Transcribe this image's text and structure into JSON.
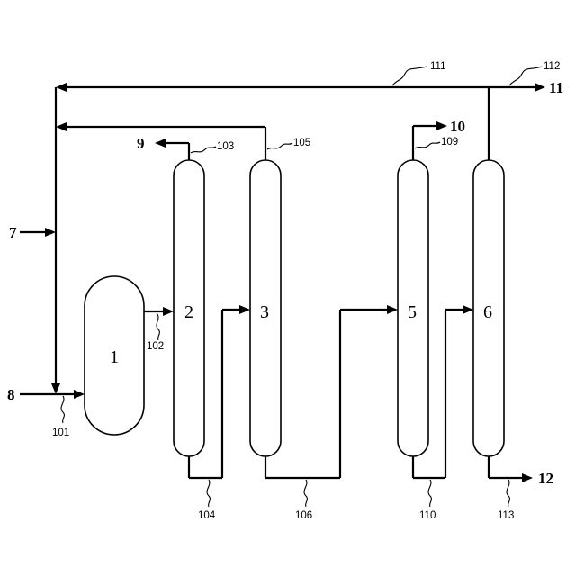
{
  "equipment": [
    {
      "id": "1",
      "label": "1"
    },
    {
      "id": "2",
      "label": "2"
    },
    {
      "id": "3",
      "label": "3"
    },
    {
      "id": "5",
      "label": "5"
    },
    {
      "id": "6",
      "label": "6"
    }
  ],
  "streams": [
    {
      "id": "7",
      "label": "7"
    },
    {
      "id": "8",
      "label": "8"
    },
    {
      "id": "9",
      "label": "9"
    },
    {
      "id": "10",
      "label": "10"
    },
    {
      "id": "11",
      "label": "11"
    },
    {
      "id": "12",
      "label": "12"
    }
  ],
  "reference_numerals": [
    {
      "id": "101",
      "label": "101"
    },
    {
      "id": "102",
      "label": "102"
    },
    {
      "id": "103",
      "label": "103"
    },
    {
      "id": "104",
      "label": "104"
    },
    {
      "id": "105",
      "label": "105"
    },
    {
      "id": "106",
      "label": "106"
    },
    {
      "id": "109",
      "label": "109"
    },
    {
      "id": "110",
      "label": "110"
    },
    {
      "id": "111",
      "label": "111"
    },
    {
      "id": "112",
      "label": "112"
    },
    {
      "id": "113",
      "label": "113"
    }
  ]
}
